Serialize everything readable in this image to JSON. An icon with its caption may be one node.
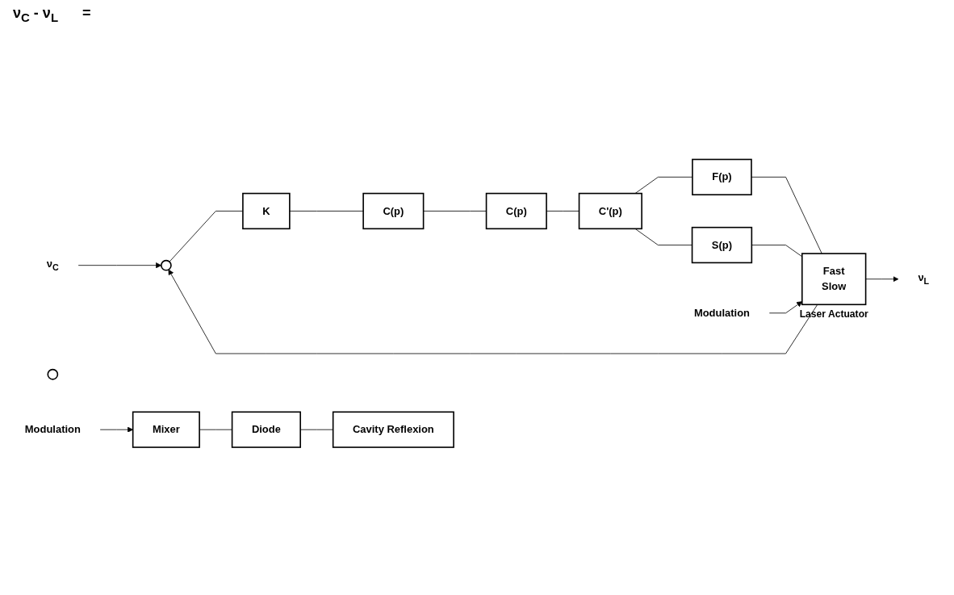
{
  "diagram": {
    "nodes": [
      {
        "text": [
          "ν$_{C}$"
        ]
      },
      {
        "text": [],
        "shape": "circle"
      },
      {
        "text": [
          "K"
        ]
      },
      {
        "text": [
          "C(p)"
        ]
      },
      {
        "text": [
          "C(p)"
        ]
      },
      {
        "text": [
          "C'(p)"
        ]
      },
      {
        "text": [
          "F(p)"
        ]
      },
      {
        "text": [
          "S(p)"
        ]
      },
      {
        "text": [
          "Fast",
          "Slow"
        ],
        "beside": [
          "Laser Actuator"
        ]
      },
      {
        "text": [
          "ν$_{L}$"
        ]
      },
      {
        "text": [
          "Modulation"
        ]
      },
      {
        "text": [],
        "shape": "circle"
      },
      {
        "text": [
          "Mixer"
        ]
      },
      {
        "text": [
          "Diode"
        ]
      },
      {
        "text": [
          "Cavity Reflexion"
        ]
      },
      {
        "text": [
          "Modulation"
        ]
      }
    ],
    "edges": [
      {
        "from": 0,
        "to": 1,
        "arrow": "to"
      },
      {
        "from": 1,
        "to": 2,
        "arrow": "none"
      },
      {
        "from": 2,
        "to": 3,
        "arrow": "none"
      },
      {
        "from": 3,
        "to": 4,
        "arrow": "none"
      },
      {
        "from": 4,
        "to": 5,
        "arrow": "none"
      },
      {
        "from": 5,
        "to": 6,
        "arrow": "none"
      },
      {
        "from": 5,
        "to": 7,
        "arrow": "none"
      },
      {
        "from": 6,
        "to": 8,
        "arrow": "none"
      },
      {
        "from": 7,
        "to": 8,
        "arrow": "none"
      },
      {
        "from": 10,
        "to": 8,
        "arrow": "to"
      },
      {
        "from": 8,
        "to": 9,
        "arrow": "to"
      },
      {
        "from": 8,
        "to": 1,
        "arrow": "to"
      },
      {
        "from": 15,
        "to": 12,
        "arrow": "to"
      },
      {
        "from": 12,
        "to": 13,
        "arrow": "none"
      },
      {
        "from": 13,
        "to": 14,
        "arrow": "none"
      }
    ],
    "labels": [
      "ν$_{C}$ - ν$_{L}$",
      "="
    ]
  }
}
